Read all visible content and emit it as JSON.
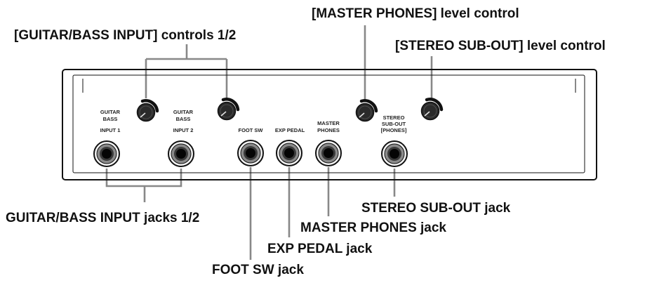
{
  "callouts": {
    "guitar_bass_input_controls": "[GUITAR/BASS INPUT] controls 1/2",
    "master_phones_level": "[MASTER PHONES] level control",
    "stereo_sub_out_level": "[STEREO SUB-OUT] level control",
    "guitar_bass_input_jacks": "GUITAR/BASS INPUT jacks 1/2",
    "stereo_sub_out_jack": "STEREO SUB-OUT jack",
    "master_phones_jack": "MASTER PHONES jack",
    "exp_pedal_jack": "EXP PEDAL jack",
    "foot_sw_jack": "FOOT SW jack"
  },
  "panel_labels": {
    "input1_line1": "GUITAR",
    "input1_line2": "BASS",
    "input1_line3": "INPUT 1",
    "input2_line1": "GUITAR",
    "input2_line2": "BASS",
    "input2_line3": "INPUT 2",
    "foot_sw": "FOOT SW",
    "exp_pedal": "EXP PEDAL",
    "master_line1": "MASTER",
    "master_line2": "PHONES",
    "stereo_line1": "STEREO",
    "stereo_line2": "SUB-OUT",
    "stereo_line3": "[PHONES]"
  },
  "colors": {
    "leader": "#888888",
    "panel_outline": "#111111",
    "knob": "#2a2a2a",
    "jack_ring": "#8a8a8a"
  }
}
